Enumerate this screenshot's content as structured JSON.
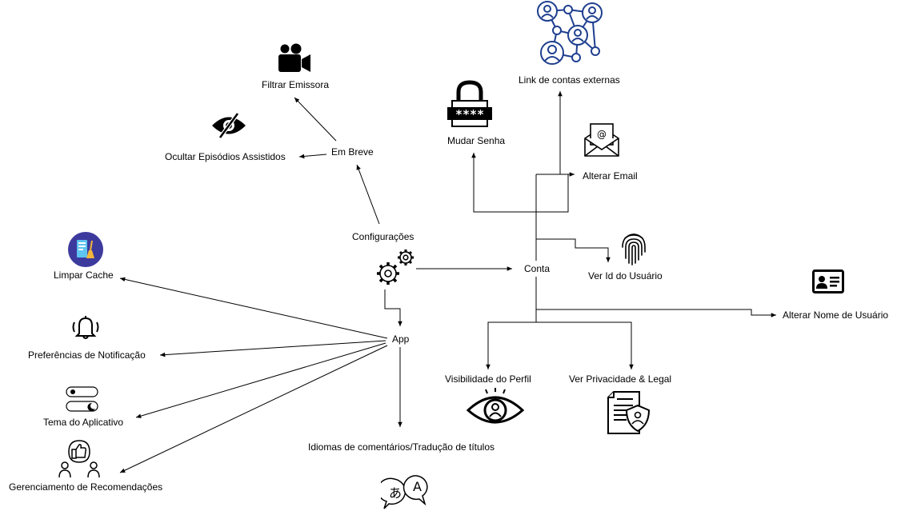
{
  "nodes": {
    "filtrar_emissora": "Filtrar Emissora",
    "ocultar_episodios": "Ocultar Episódios Assistidos",
    "em_breve": "Em Breve",
    "configuracoes": "Configurações",
    "app": "App",
    "conta": "Conta",
    "limpar_cache": "Limpar Cache",
    "preferencias_notificacao": "Preferências de Notificação",
    "tema_aplicativo": "Tema do Aplicativo",
    "gerenciamento_recomendacoes": "Gerenciamento de Recomendações",
    "idiomas": "Idiomas de comentários/Tradução de títulos",
    "mudar_senha": "Mudar Senha",
    "link_contas": "Link de contas externas",
    "alterar_email": "Alterar Email",
    "ver_id": "Ver Id do Usuário",
    "alterar_nome": "Alterar Nome de Usuário",
    "visibilidade_perfil": "Visibilidade do Perfil",
    "privacidade_legal": "Ver Privacidade & Legal"
  },
  "icons": {
    "password": "****",
    "email": "@",
    "translate_ja": "あ",
    "translate_latin": "A"
  },
  "colors": {
    "network": "#1f3f8f",
    "cache_bg": "#3d3a9e"
  }
}
